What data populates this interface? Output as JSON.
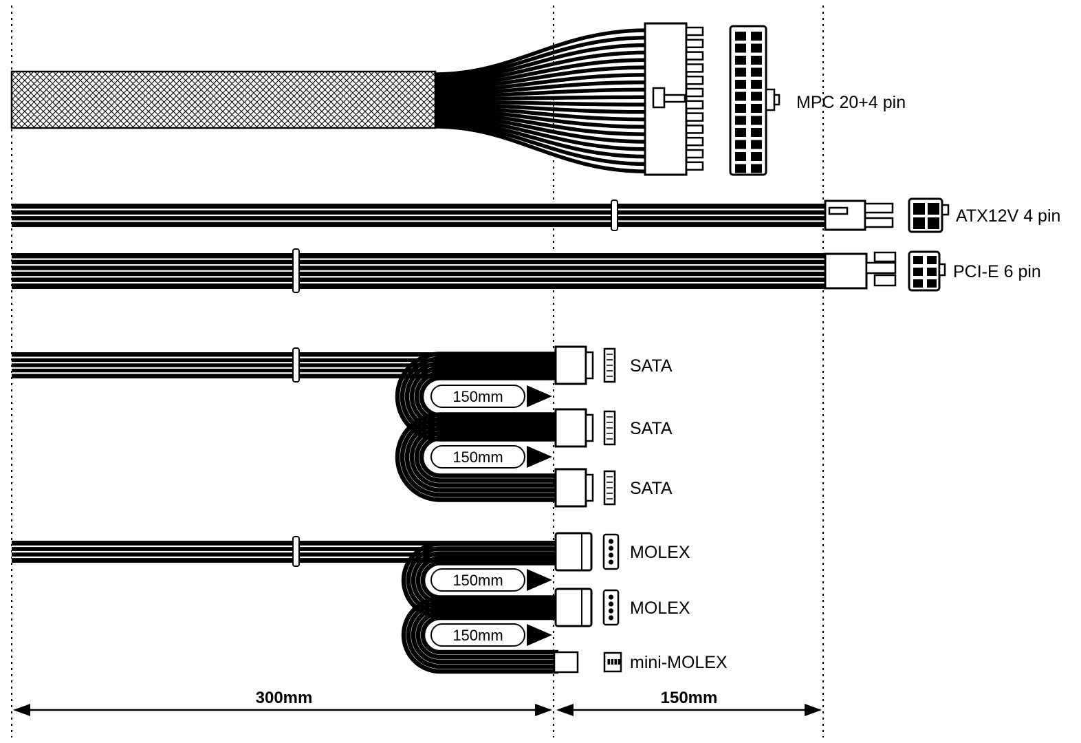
{
  "cables": {
    "mpc": {
      "label": "MPC 20+4 pin"
    },
    "atx12v": {
      "label": "ATX12V 4 pin"
    },
    "pcie": {
      "label": "PCI-E 6 pin"
    },
    "sata": {
      "connector_labels": [
        "SATA",
        "SATA",
        "SATA"
      ],
      "segment_lengths": [
        "150mm",
        "150mm"
      ]
    },
    "molex": {
      "connector_labels": [
        "MOLEX",
        "MOLEX",
        "mini-MOLEX"
      ],
      "segment_lengths": [
        "150mm",
        "150mm"
      ]
    }
  },
  "dimensions": {
    "main_run": "300mm",
    "extension_run": "150mm"
  },
  "colors": {
    "ink": "#000000",
    "paper": "#ffffff"
  }
}
